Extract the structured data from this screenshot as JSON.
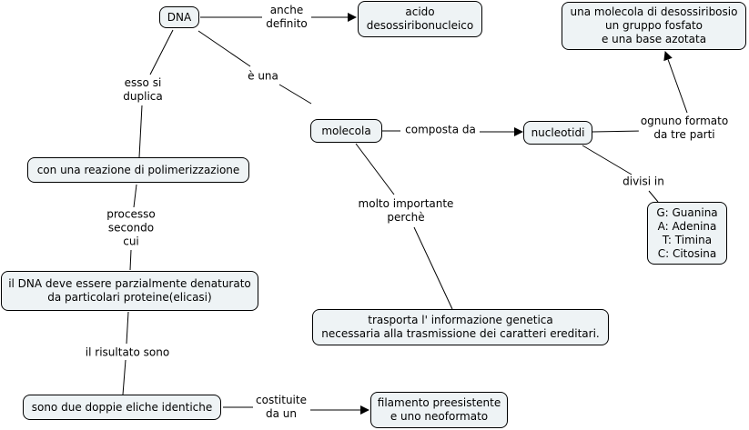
{
  "concept_map": {
    "nodes": [
      {
        "id": "dna",
        "text": "DNA"
      },
      {
        "id": "acido",
        "text": "acido\ndesossiribonucleico"
      },
      {
        "id": "parti",
        "text": "una molecola di desossiribosio\nun gruppo fosfato\ne una base azotata"
      },
      {
        "id": "molecola",
        "text": "molecola"
      },
      {
        "id": "nucleotidi",
        "text": "nucleotidi"
      },
      {
        "id": "polimerizzazione",
        "text": "con una reazione di polimerizzazione"
      },
      {
        "id": "basi",
        "text": "G: Guanina\nA: Adenina\nT: Timina\nC: Citosina"
      },
      {
        "id": "denaturato",
        "text": "il DNA deve essere parzialmente denaturato\nda particolari proteine(elicasi)"
      },
      {
        "id": "trasporta",
        "text": "trasporta l' informazione genetica\nnecessaria alla trasmissione dei caratteri ereditari."
      },
      {
        "id": "eliche",
        "text": "sono due doppie eliche identiche"
      },
      {
        "id": "filamento",
        "text": "filamento preesistente\ne uno neoformato"
      }
    ],
    "links": [
      {
        "id": "anche",
        "text": "anche\ndefinito",
        "from": "dna",
        "to": "acido"
      },
      {
        "id": "e-una",
        "text": "è una",
        "from": "dna",
        "to": "molecola"
      },
      {
        "id": "duplica",
        "text": "esso si\nduplica",
        "from": "dna",
        "to": "polimerizzazione"
      },
      {
        "id": "composta",
        "text": "composta da",
        "from": "molecola",
        "to": "nucleotidi"
      },
      {
        "id": "ognuno",
        "text": "ognuno formato\nda tre parti",
        "from": "nucleotidi",
        "to": "parti"
      },
      {
        "id": "divisi",
        "text": "divisi in",
        "from": "nucleotidi",
        "to": "basi"
      },
      {
        "id": "importante",
        "text": "molto importante\nperchè",
        "from": "molecola",
        "to": "trasporta"
      },
      {
        "id": "processo",
        "text": "processo\nsecondo\ncui",
        "from": "polimerizzazione",
        "to": "denaturato"
      },
      {
        "id": "risultato",
        "text": "il risultato sono",
        "from": "denaturato",
        "to": "eliche"
      },
      {
        "id": "costituite",
        "text": "costituite\nda un",
        "from": "eliche",
        "to": "filamento"
      }
    ]
  }
}
